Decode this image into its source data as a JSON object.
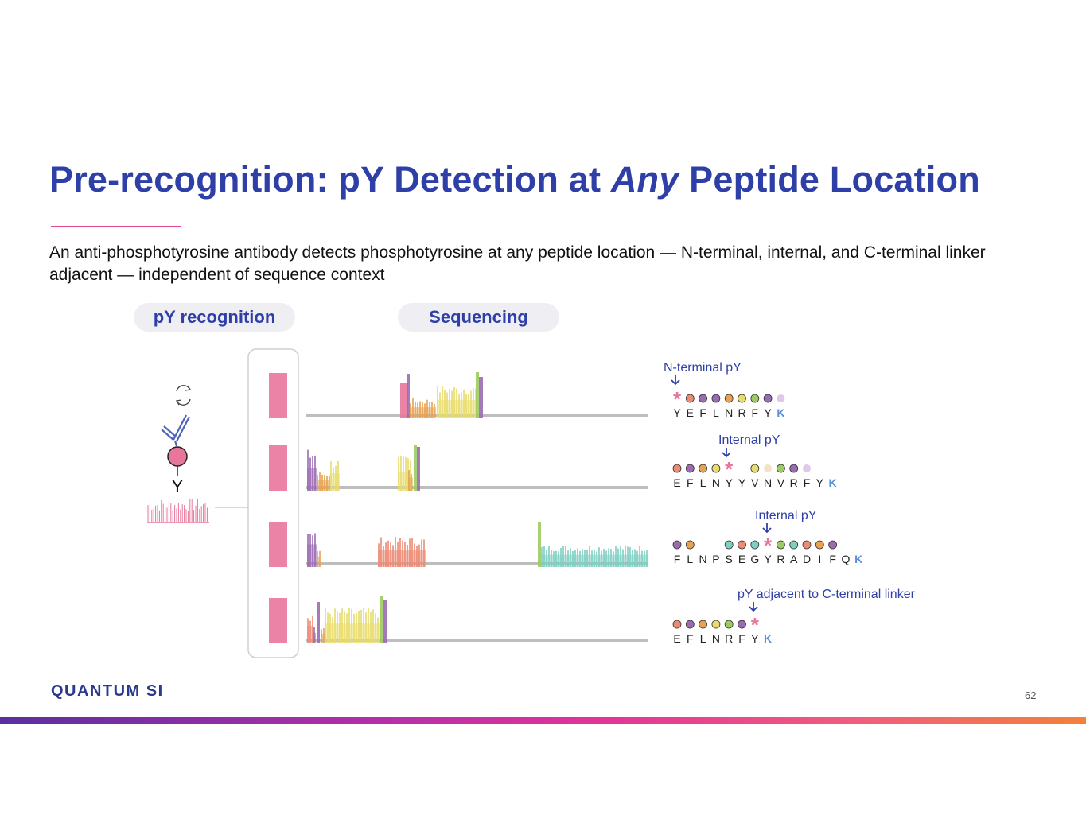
{
  "slide": {
    "title_part1": "Pre-recognition: pY Detection at ",
    "title_emph": "Any",
    "title_part2": " Peptide Location",
    "subtitle": "An anti-phosphotyrosine antibody detects phosphotyrosine at any peptide location — N-terminal, internal, and C-terminal linker adjacent — independent of sequence context",
    "page_number": "62",
    "logo_text": "QUANTUM SI"
  },
  "sections": {
    "recognition_label": "pY recognition",
    "sequencing_label": "Sequencing"
  },
  "antibody": {
    "residue_label": "Y"
  },
  "peptides": [
    {
      "annotation": "N-terminal pY",
      "residues": [
        "Y",
        "E",
        "F",
        "L",
        "N",
        "R",
        "F",
        "Y",
        "K"
      ],
      "markers": [
        "*",
        "salmon",
        "purple",
        "purple",
        "orange",
        "yellow",
        "green",
        "purple",
        "lavender"
      ]
    },
    {
      "annotation": "Internal pY",
      "residues": [
        "E",
        "F",
        "L",
        "N",
        "Y",
        "Y",
        "V",
        "N",
        "V",
        "R",
        "F",
        "Y",
        "K"
      ],
      "markers": [
        "salmon",
        "purple",
        "orange",
        "yellow",
        "*",
        "",
        "yellow",
        "peach",
        "green",
        "purple",
        "lavender"
      ]
    },
    {
      "annotation": "Internal pY",
      "residues": [
        "F",
        "L",
        "N",
        "P",
        "S",
        "E",
        "G",
        "Y",
        "R",
        "A",
        "D",
        "I",
        "F",
        "Q",
        "K"
      ],
      "markers": [
        "purple",
        "orange",
        "",
        "",
        "teal",
        "salmon",
        "teal",
        "*",
        "green",
        "teal",
        "salmon",
        "orange",
        "purple"
      ]
    },
    {
      "annotation": "pY adjacent to C-terminal linker",
      "residues": [
        "E",
        "F",
        "L",
        "N",
        "R",
        "F",
        "Y",
        "K"
      ],
      "markers": [
        "salmon",
        "purple",
        "orange",
        "yellow",
        "green",
        "purple",
        "*"
      ]
    }
  ],
  "colors": {
    "title": "#2f3fa8",
    "pink": "#e8769b",
    "purple": "#9a6bb0",
    "orange": "#e8a24f",
    "yellow": "#e8dc6a",
    "salmon": "#ec8a73",
    "green": "#9ccb62",
    "teal": "#7fcfc3",
    "trace_gray": "#bdbdbd",
    "k_blue": "#5a90d8"
  }
}
